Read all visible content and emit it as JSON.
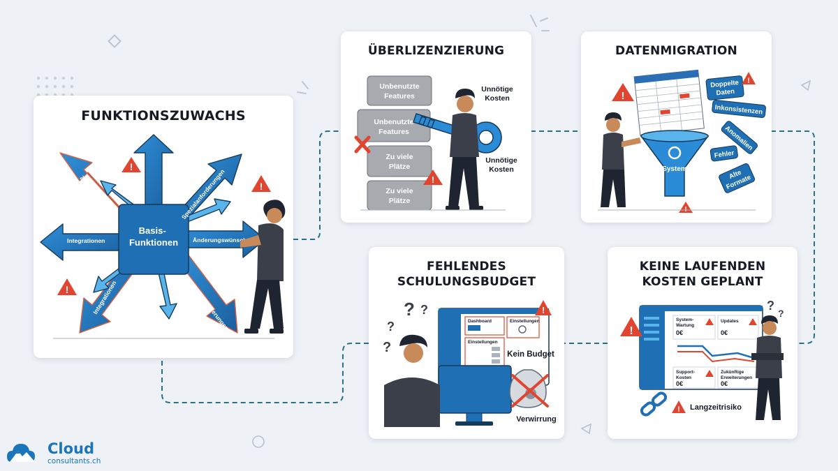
{
  "brand": {
    "name": "Cloud",
    "domain": "consultants.ch"
  },
  "cards": {
    "funktionszuwachs": {
      "title": "FUNKTIONSZUWACHS",
      "center_label": "Basis-Funktionen",
      "arrow_labels": [
        "Zusatzmodule",
        "Spezialanforderungen",
        "Integrationen",
        "Änderungswünsche",
        "Integrationen",
        "Spezialanforderungen"
      ]
    },
    "ueberlizenzierung": {
      "title": "ÜBERLIZENZIERUNG",
      "blocks": [
        "Unbenutzte Features",
        "Unbenutzte Features",
        "Zu viele Plätze",
        "Zu viele Plätze"
      ],
      "annotations": [
        "Unnötige Kosten",
        "Unnötige Kosten"
      ]
    },
    "datenmigration": {
      "title": "DATENMIGRATION",
      "funnel_label": "System",
      "tags": [
        "Doppelte Daten",
        "Inkonsistenzen",
        "Anomalien",
        "Fehler",
        "Alte Formate"
      ]
    },
    "schulungsbudget": {
      "title_line1": "FEHLENDES",
      "title_line2": "SCHULUNGSBUDGET",
      "panels": [
        "Dashboard",
        "Einstellungen",
        "Einstellungen"
      ],
      "labels": [
        "Kein Budget",
        "Verwirrung"
      ]
    },
    "laufende_kosten": {
      "title_line1": "KEINE LAUFENDEN",
      "title_line2": "KOSTEN GEPLANT",
      "tiles": [
        {
          "label": "System-Wartung",
          "value": "0€"
        },
        {
          "label": "Updates",
          "value": "0€"
        },
        {
          "label": "Support-Kosten",
          "value": "0€"
        },
        {
          "label": "Zukünftige Erweiterungen",
          "value": "0€"
        }
      ],
      "risk_label": "Langzeitrisiko"
    }
  },
  "colors": {
    "background": "#eef1f5",
    "card": "#ffffff",
    "blue": "#1f6fb5",
    "light_blue": "#3aa0e0",
    "warning": "#e2452f",
    "dashed_line": "#2a6f8a"
  },
  "icons": [
    "warning-icon",
    "key-icon",
    "question-mark-icon",
    "chain-link-icon",
    "gear-icon",
    "money-bag-icon",
    "cloud-mountain-logo"
  ]
}
